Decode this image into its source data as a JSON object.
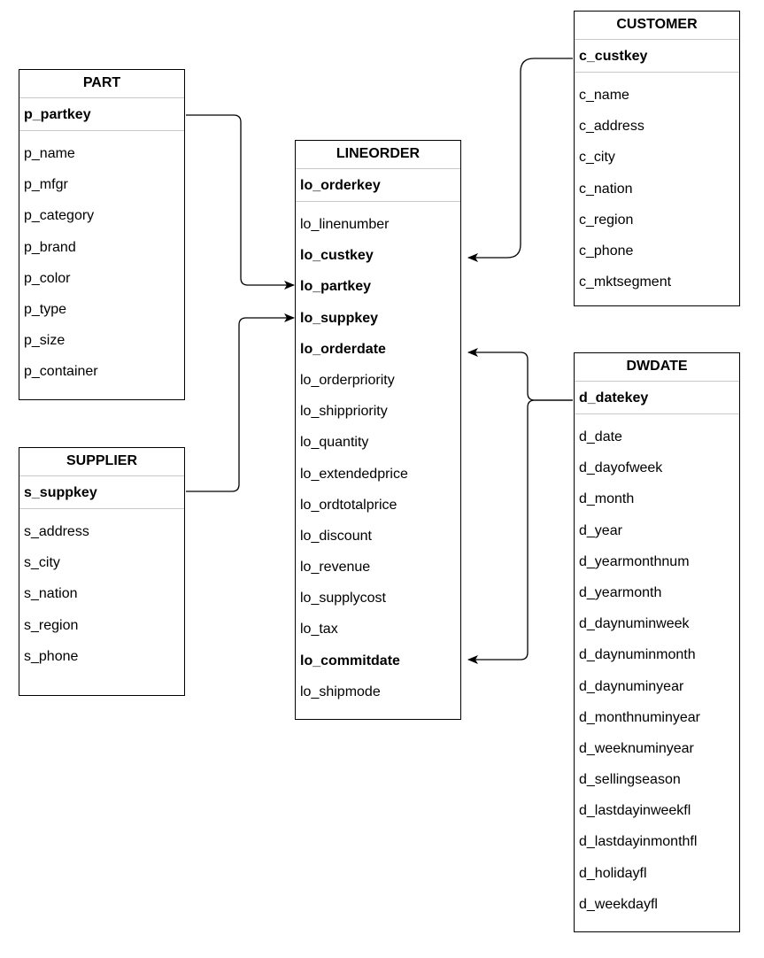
{
  "tables": {
    "part": {
      "title": "PART",
      "key": "p_partkey",
      "fields": [
        {
          "name": "p_name"
        },
        {
          "name": "p_mfgr"
        },
        {
          "name": "p_category"
        },
        {
          "name": "p_brand"
        },
        {
          "name": "p_color"
        },
        {
          "name": "p_type"
        },
        {
          "name": "p_size"
        },
        {
          "name": "p_container"
        }
      ]
    },
    "supplier": {
      "title": "SUPPLIER",
      "key": "s_suppkey",
      "fields": [
        {
          "name": "s_address"
        },
        {
          "name": "s_city"
        },
        {
          "name": "s_nation"
        },
        {
          "name": "s_region"
        },
        {
          "name": "s_phone"
        }
      ]
    },
    "lineorder": {
      "title": "LINEORDER",
      "key": "lo_orderkey",
      "fields": [
        {
          "name": "lo_linenumber",
          "fk": false
        },
        {
          "name": "lo_custkey",
          "fk": true
        },
        {
          "name": "lo_partkey",
          "fk": true
        },
        {
          "name": "lo_suppkey",
          "fk": true
        },
        {
          "name": "lo_orderdate",
          "fk": true
        },
        {
          "name": "lo_orderpriority",
          "fk": false
        },
        {
          "name": "lo_shippriority",
          "fk": false
        },
        {
          "name": "lo_quantity",
          "fk": false
        },
        {
          "name": "lo_extendedprice",
          "fk": false
        },
        {
          "name": "lo_ordtotalprice",
          "fk": false
        },
        {
          "name": "lo_discount",
          "fk": false
        },
        {
          "name": "lo_revenue",
          "fk": false
        },
        {
          "name": "lo_supplycost",
          "fk": false
        },
        {
          "name": "lo_tax",
          "fk": false
        },
        {
          "name": "lo_commitdate",
          "fk": true
        },
        {
          "name": "lo_shipmode",
          "fk": false
        }
      ]
    },
    "customer": {
      "title": "CUSTOMER",
      "key": "c_custkey",
      "fields": [
        {
          "name": "c_name"
        },
        {
          "name": "c_address"
        },
        {
          "name": "c_city"
        },
        {
          "name": "c_nation"
        },
        {
          "name": "c_region"
        },
        {
          "name": "c_phone"
        },
        {
          "name": "c_mktsegment"
        }
      ]
    },
    "dwdate": {
      "title": "DWDATE",
      "key": "d_datekey",
      "fields": [
        {
          "name": "d_date"
        },
        {
          "name": "d_dayofweek"
        },
        {
          "name": "d_month"
        },
        {
          "name": "d_year"
        },
        {
          "name": "d_yearmonthnum"
        },
        {
          "name": "d_yearmonth"
        },
        {
          "name": "d_daynuminweek"
        },
        {
          "name": "d_daynuminmonth"
        },
        {
          "name": "d_daynuminyear"
        },
        {
          "name": "d_monthnuminyear"
        },
        {
          "name": "d_weeknuminyear"
        },
        {
          "name": "d_sellingseason"
        },
        {
          "name": "d_lastdayinweekfl"
        },
        {
          "name": "d_lastdayinmonthfl"
        },
        {
          "name": "d_holidayfl"
        },
        {
          "name": "d_weekdayfl"
        }
      ]
    }
  },
  "relationships": [
    {
      "from": "part.p_partkey",
      "to": "lineorder.lo_partkey"
    },
    {
      "from": "supplier.s_suppkey",
      "to": "lineorder.lo_suppkey"
    },
    {
      "from": "customer.c_custkey",
      "to": "lineorder.lo_custkey"
    },
    {
      "from": "dwdate.d_datekey",
      "to": "lineorder.lo_orderdate"
    },
    {
      "from": "dwdate.d_datekey",
      "to": "lineorder.lo_commitdate"
    }
  ]
}
